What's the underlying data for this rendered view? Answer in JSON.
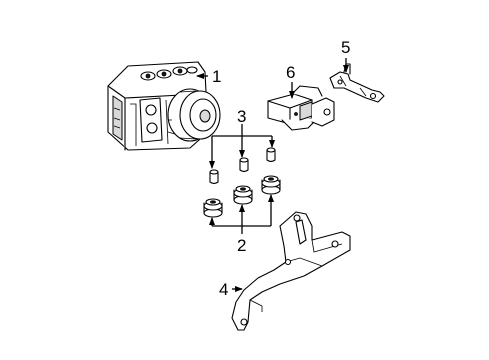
{
  "diagram": {
    "callouts": {
      "part_1": "1",
      "part_2": "2",
      "part_3": "3",
      "part_4": "4",
      "part_5": "5",
      "part_6": "6"
    },
    "colors": {
      "background": "#ffffff",
      "line": "#000000",
      "shade": "#d9d9d9"
    }
  }
}
